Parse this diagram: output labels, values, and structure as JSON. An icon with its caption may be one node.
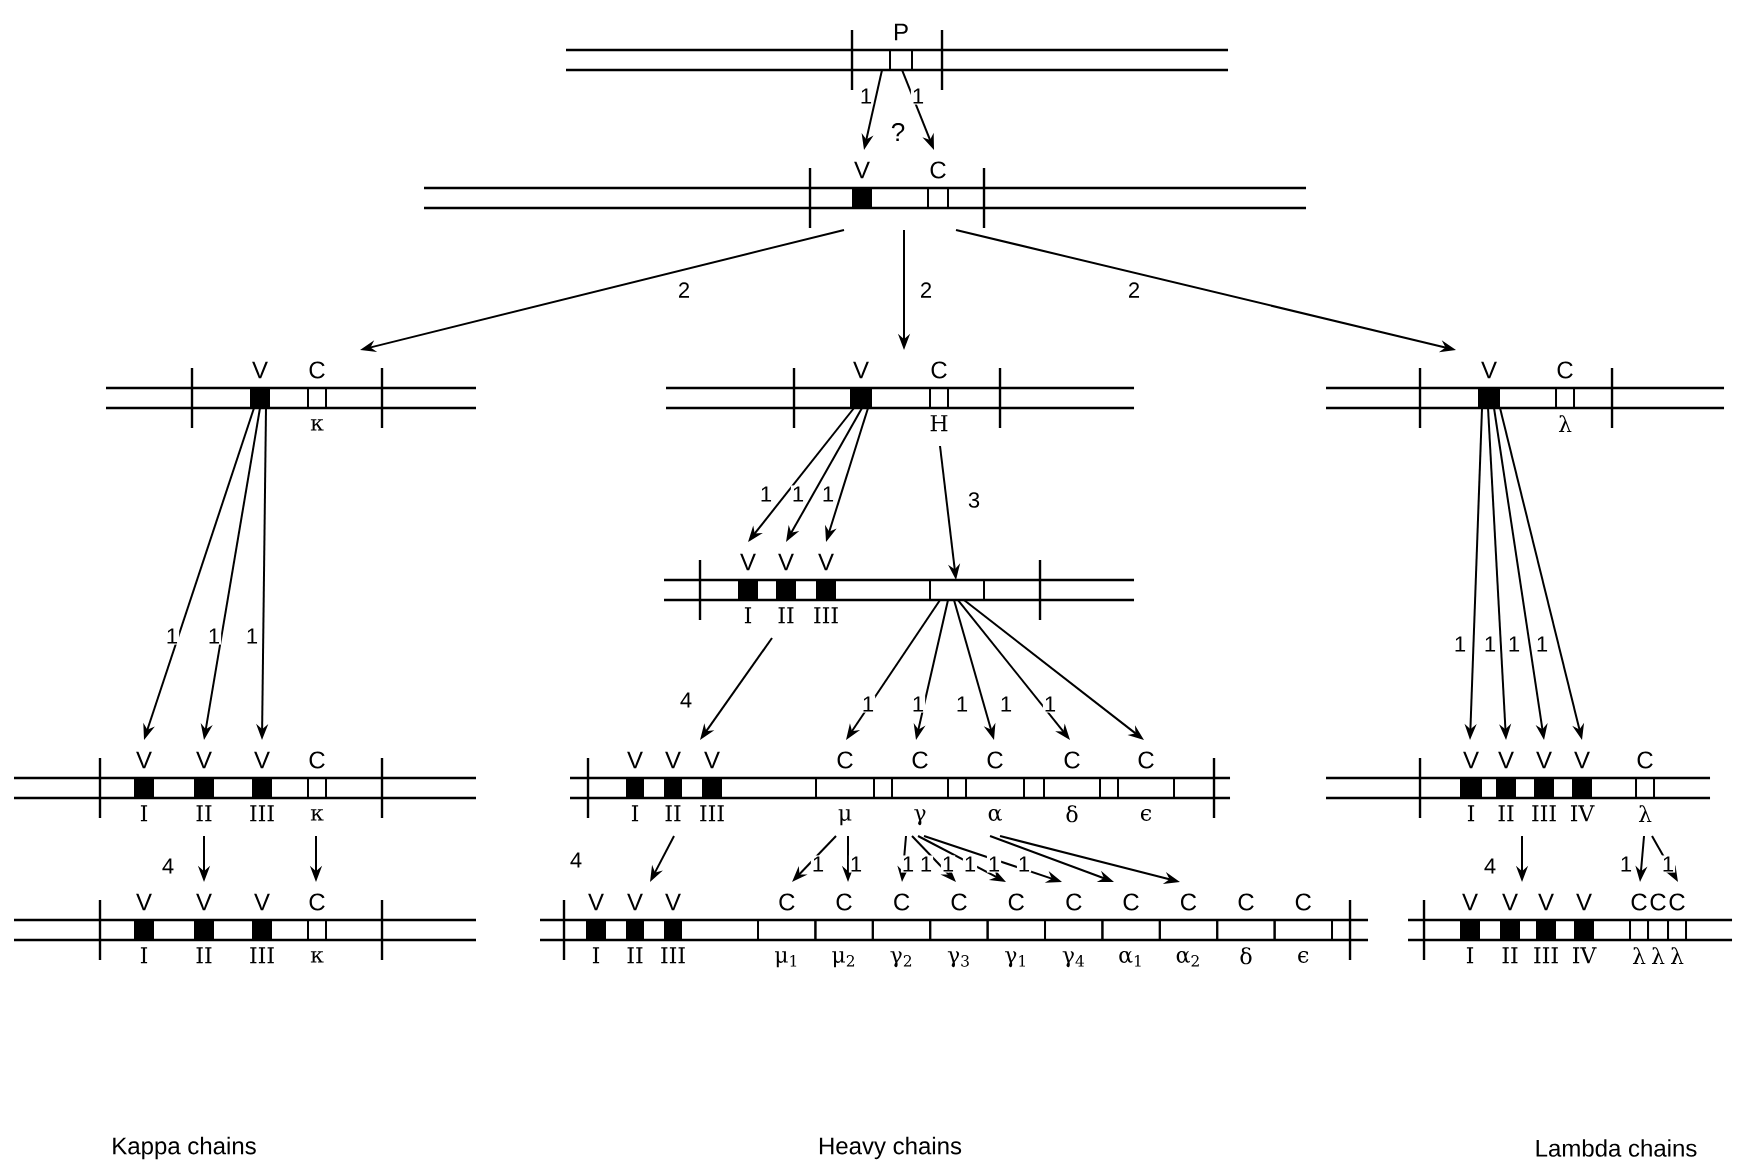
{
  "diagram": {
    "nodes": [
      {
        "text": [],
        "shape": "bar"
      },
      {
        "text": [
          "P"
        ],
        "in": 0
      },
      {
        "text": [],
        "shape": "bar"
      },
      {
        "text": [
          "V"
        ],
        "in": 2
      },
      {
        "text": [
          "C"
        ],
        "in": 2
      },
      {
        "text": [],
        "shape": "bar"
      },
      {
        "text": [
          "V"
        ],
        "in": 5
      },
      {
        "text": [
          "C",
          "κ"
        ],
        "in": 5
      },
      {
        "text": [],
        "shape": "bar"
      },
      {
        "text": [
          "V"
        ],
        "in": 8
      },
      {
        "text": [
          "C",
          "H"
        ],
        "in": 8
      },
      {
        "text": [],
        "shape": "bar"
      },
      {
        "text": [
          "V"
        ],
        "in": 11
      },
      {
        "text": [
          "C",
          "λ"
        ],
        "in": 11
      },
      {
        "text": [],
        "shape": "bar"
      },
      {
        "text": [
          "V",
          "I"
        ],
        "in": 14
      },
      {
        "text": [
          "V",
          "II"
        ],
        "in": 14
      },
      {
        "text": [
          "V",
          "III"
        ],
        "in": 14
      },
      {
        "text": [],
        "shape": "box",
        "in": 14
      },
      {
        "text": [],
        "shape": "bar"
      },
      {
        "text": [
          "V",
          "I"
        ],
        "in": 19
      },
      {
        "text": [
          "V",
          "II"
        ],
        "in": 19
      },
      {
        "text": [
          "V",
          "III"
        ],
        "in": 19
      },
      {
        "text": [
          "C",
          "κ"
        ],
        "in": 19
      },
      {
        "text": [],
        "shape": "bar"
      },
      {
        "text": [
          "V",
          "I"
        ],
        "in": 24
      },
      {
        "text": [
          "V",
          "II"
        ],
        "in": 24
      },
      {
        "text": [
          "V",
          "III"
        ],
        "in": 24
      },
      {
        "text": [
          "C",
          "μ"
        ],
        "in": 24
      },
      {
        "text": [
          "C",
          "γ"
        ],
        "in": 24
      },
      {
        "text": [
          "C",
          "α"
        ],
        "in": 24
      },
      {
        "text": [
          "C",
          "δ"
        ],
        "in": 24
      },
      {
        "text": [
          "C",
          "ϵ"
        ],
        "in": 24
      },
      {
        "text": [],
        "shape": "bar"
      },
      {
        "text": [
          "V",
          "I"
        ],
        "in": 33
      },
      {
        "text": [
          "V",
          "II"
        ],
        "in": 33
      },
      {
        "text": [
          "V",
          "III"
        ],
        "in": 33
      },
      {
        "text": [
          "V",
          "IV"
        ],
        "in": 33
      },
      {
        "text": [
          "C",
          "λ"
        ],
        "in": 33
      },
      {
        "text": [],
        "shape": "bar"
      },
      {
        "text": [
          "V",
          "I"
        ],
        "in": 39
      },
      {
        "text": [
          "V",
          "II"
        ],
        "in": 39
      },
      {
        "text": [
          "V",
          "III"
        ],
        "in": 39
      },
      {
        "text": [
          "C",
          "κ"
        ],
        "in": 39
      },
      {
        "text": [],
        "shape": "bar"
      },
      {
        "text": [
          "V",
          "I"
        ],
        "in": 44
      },
      {
        "text": [
          "V",
          "II"
        ],
        "in": 44
      },
      {
        "text": [
          "V",
          "III"
        ],
        "in": 44
      },
      {
        "text": [
          "C",
          "μ$_{1}$"
        ],
        "in": 44
      },
      {
        "text": [
          "C",
          "μ$_{2}$"
        ],
        "in": 44
      },
      {
        "text": [
          "C",
          "γ$_{2}$"
        ],
        "in": 44
      },
      {
        "text": [
          "C",
          "γ$_{3}$"
        ],
        "in": 44
      },
      {
        "text": [
          "C",
          "γ$_{1}$"
        ],
        "in": 44
      },
      {
        "text": [
          "C",
          "γ$_{4}$"
        ],
        "in": 44
      },
      {
        "text": [
          "C",
          "α$_{1}$"
        ],
        "in": 44
      },
      {
        "text": [
          "C",
          "α$_{2}$"
        ],
        "in": 44
      },
      {
        "text": [
          "C",
          "δ"
        ],
        "in": 44
      },
      {
        "text": [
          "C",
          "ϵ"
        ],
        "in": 44
      },
      {
        "text": [],
        "shape": "bar"
      },
      {
        "text": [
          "V",
          "I"
        ],
        "in": 58
      },
      {
        "text": [
          "V",
          "II"
        ],
        "in": 58
      },
      {
        "text": [
          "V",
          "III"
        ],
        "in": 58
      },
      {
        "text": [
          "V",
          "IV"
        ],
        "in": 58
      },
      {
        "text": [
          "C",
          "λ"
        ],
        "in": 58
      },
      {
        "text": [
          "C",
          "λ"
        ],
        "in": 58
      },
      {
        "text": [
          "C",
          "λ"
        ],
        "in": 58
      }
    ],
    "edges": [
      {
        "from": 1,
        "to": 3,
        "arrow": "to",
        "label": "1"
      },
      {
        "from": 1,
        "to": 4,
        "arrow": "to",
        "label": "1"
      },
      {
        "from": 2,
        "to": 5,
        "arrow": "to",
        "label": "2"
      },
      {
        "from": 2,
        "to": 8,
        "arrow": "to",
        "label": "2"
      },
      {
        "from": 2,
        "to": 11,
        "arrow": "to",
        "label": "2"
      },
      {
        "from": 9,
        "to": 15,
        "arrow": "to",
        "label": "1"
      },
      {
        "from": 9,
        "to": 16,
        "arrow": "to",
        "label": "1"
      },
      {
        "from": 9,
        "to": 17,
        "arrow": "to",
        "label": "1"
      },
      {
        "from": 10,
        "to": 18,
        "arrow": "to",
        "label": "3"
      },
      {
        "from": 6,
        "to": 20,
        "arrow": "to",
        "label": "1"
      },
      {
        "from": 6,
        "to": 21,
        "arrow": "to",
        "label": "1"
      },
      {
        "from": 6,
        "to": 22,
        "arrow": "to",
        "label": "1"
      },
      {
        "from": 12,
        "to": 34,
        "arrow": "to",
        "label": "1"
      },
      {
        "from": 12,
        "to": 35,
        "arrow": "to",
        "label": "1"
      },
      {
        "from": 12,
        "to": 36,
        "arrow": "to",
        "label": "1"
      },
      {
        "from": 12,
        "to": 37,
        "arrow": "to",
        "label": "1"
      },
      {
        "from": 16,
        "to": 24,
        "arrow": "to",
        "label": "4"
      },
      {
        "from": 18,
        "to": 28,
        "arrow": "to",
        "label": "1"
      },
      {
        "from": 18,
        "to": 29,
        "arrow": "to",
        "label": "1"
      },
      {
        "from": 18,
        "to": 30,
        "arrow": "to",
        "label": "1"
      },
      {
        "from": 18,
        "to": 31,
        "arrow": "to",
        "label": "1"
      },
      {
        "from": 18,
        "to": 32,
        "arrow": "to",
        "label": "1"
      },
      {
        "from": 21,
        "to": 39,
        "arrow": "to",
        "label": "4"
      },
      {
        "from": 23,
        "to": 43,
        "arrow": "to"
      },
      {
        "from": 26,
        "to": 44,
        "arrow": "to",
        "label": "4"
      },
      {
        "from": 28,
        "to": 48,
        "arrow": "to",
        "label": "1"
      },
      {
        "from": 28,
        "to": 49,
        "arrow": "to",
        "label": "1"
      },
      {
        "from": 29,
        "to": 50,
        "arrow": "to",
        "label": "1"
      },
      {
        "from": 29,
        "to": 51,
        "arrow": "to",
        "label": "1"
      },
      {
        "from": 29,
        "to": 52,
        "arrow": "to",
        "label": "1"
      },
      {
        "from": 29,
        "to": 53,
        "arrow": "to",
        "label": "1"
      },
      {
        "from": 30,
        "to": 54,
        "arrow": "to",
        "label": "1"
      },
      {
        "from": 30,
        "to": 55,
        "arrow": "to",
        "label": "1"
      },
      {
        "from": 35,
        "to": 58,
        "arrow": "to",
        "label": "4"
      },
      {
        "from": 38,
        "to": 63,
        "arrow": "to",
        "label": "1"
      },
      {
        "from": 38,
        "to": 65,
        "arrow": "to",
        "label": "1"
      }
    ],
    "labels": [
      "?",
      "Kappa chains",
      "Heavy chains",
      "Lambda chains"
    ]
  }
}
